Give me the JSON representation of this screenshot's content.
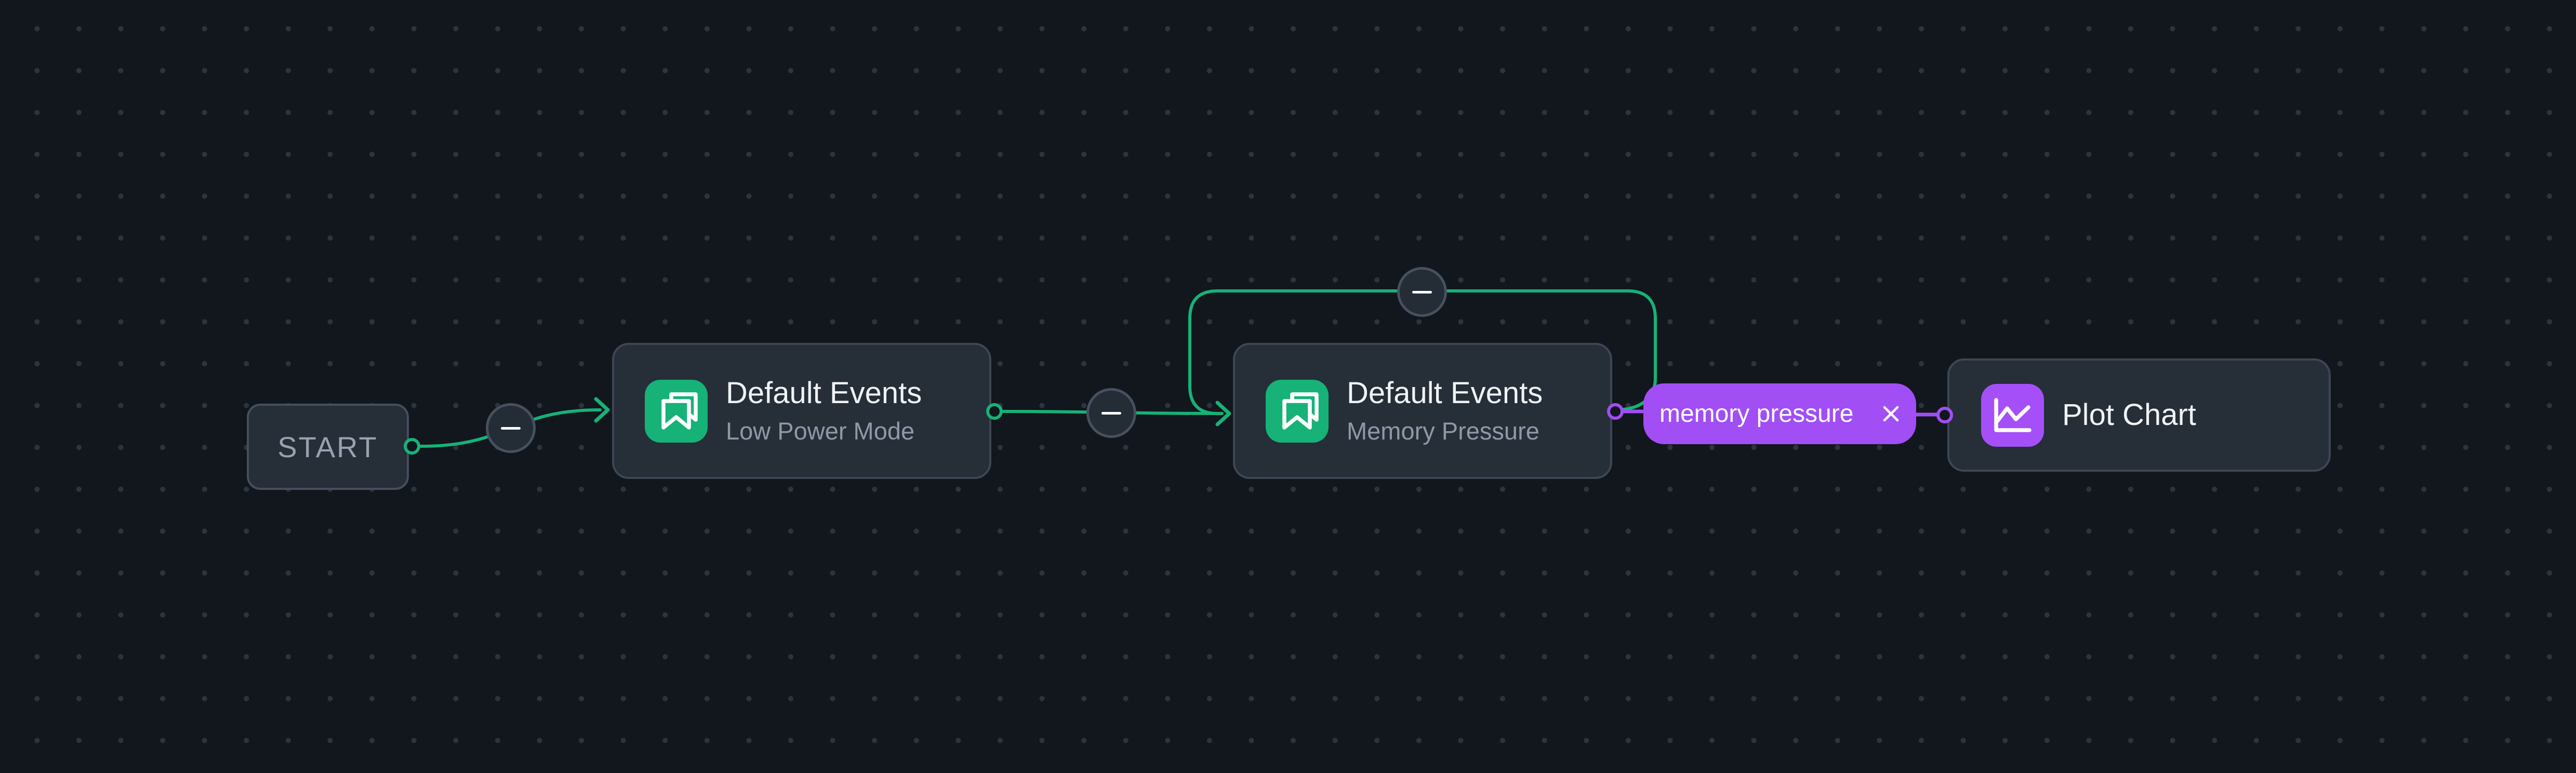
{
  "canvas": {
    "type": "workflow-node-editor",
    "background_color": "#12161d",
    "grid_dot_color": "#2c3440"
  },
  "colors": {
    "edge_green": "#16b277",
    "edge_purple": "#a14ef5",
    "node_fill": "#262e38",
    "node_border": "#3d4753",
    "title_text": "#f0f3f6",
    "subtitle_text": "#8e99a7",
    "start_text": "#97a2b0",
    "pill_fill": "#a14ef5"
  },
  "nodes": {
    "start": {
      "label": "START"
    },
    "low_power": {
      "title": "Default Events",
      "subtitle": "Low Power Mode",
      "icon": "bookmarks-icon"
    },
    "memory_pressure": {
      "title": "Default Events",
      "subtitle": "Memory Pressure",
      "icon": "bookmarks-icon"
    },
    "plot_chart": {
      "title": "Plot Chart",
      "icon": "line-chart-icon"
    }
  },
  "edge_label_pill": {
    "text": "memory pressure",
    "remove_icon": "close-icon"
  },
  "edge_buttons": {
    "icon": "minus-icon",
    "count": 3
  }
}
